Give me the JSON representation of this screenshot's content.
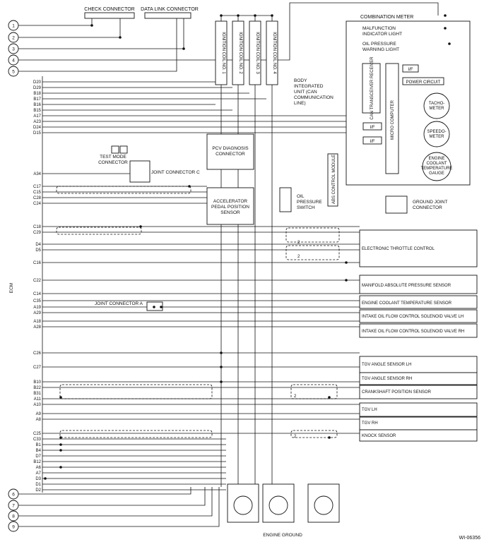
{
  "header": {
    "check_connector": "CHECK CONNECTOR",
    "data_link_connector": "DATA LINK CONNECTOR",
    "combination_meter": "COMBINATION METER",
    "malfunction": [
      "MALFUNCTION",
      "INDICATOR LIGHT"
    ],
    "oil_warning": [
      "OIL PRESSURE",
      "WARNING LIGHT"
    ]
  },
  "ignition_coils": [
    "IGNITION COIL NO. 1",
    "IGNITION COIL NO. 2",
    "IGNITION COIL NO. 3",
    "IGNITION COIL NO. 4"
  ],
  "circles_left_top": [
    "1",
    "2",
    "3",
    "4",
    "5"
  ],
  "circles_left_bottom": [
    "6",
    "7",
    "8",
    "9"
  ],
  "ecm_label": "ECM",
  "ecm_pins": [
    "D20",
    "D29",
    "B18",
    "B17",
    "B16",
    "B15",
    "A17",
    "A23",
    "D24",
    "D15",
    "A34",
    "C17",
    "C15",
    "C28",
    "C24",
    "C18",
    "C29",
    "D4",
    "D5",
    "C16",
    "C22",
    "C14",
    "C35",
    "A19",
    "A29",
    "A18",
    "A28",
    "C26",
    "C27",
    "B10",
    "B22",
    "B31",
    "A11",
    "A10",
    "A9",
    "A8",
    "C25",
    "C33",
    "B1",
    "B4",
    "D7",
    "B12",
    "A6",
    "A7",
    "D3",
    "D1",
    "D2"
  ],
  "components": {
    "test_mode": [
      "TEST MODE",
      "CONNECTOR"
    ],
    "joint_c": "JOINT CONNECTOR C",
    "joint_a": "JOINT CONNECTOR A",
    "pcv": [
      "PCV DIAGNOSIS",
      "CONNECTOR"
    ],
    "accel": [
      "ACCELERATOR",
      "PEDAL POSITION",
      "SENSOR"
    ],
    "body_unit": [
      "BODY",
      "INTEGRATED",
      "UNIT (CAN",
      "COMMUNICATION",
      "LINE)"
    ],
    "oil_switch": [
      "OIL",
      "PRESSURE",
      "SWITCH"
    ],
    "abs_module": "ABS CONTROL MODULE",
    "ground_joint": [
      "GROUND JOINT",
      "CONNECTOR"
    ],
    "can_transceiver": "CAN TRANSCEIVER RECEIVER",
    "micro_computer": "MICRO COMPUTER",
    "if_label": "I/F",
    "power_circuit": "POWER CIRCUIT",
    "tachometer": [
      "TACHO-",
      "METER"
    ],
    "speedometer": [
      "SPEEDO-",
      "METER"
    ],
    "coolant_gauge": [
      "ENGINE",
      "COOLANT",
      "TEMPERATURE",
      "GAUGE"
    ],
    "engine_ground": "ENGINE GROUND"
  },
  "right_boxes": [
    "ELECTRONIC THROTTLE CONTROL",
    "MANIFOLD ABSOLUTE PRESSURE SENSOR",
    "ENGINE COOLANT TEMPERATURE SENSOR",
    "INTAKE OIL FLOW CONTROL SOLENOID VALVE LH",
    "INTAKE OIL FLOW CONTROL SOLENOID VALVE RH",
    "TGV ANGLE SENSOR LH",
    "TGV ANGLE SENSOR RH",
    "CRANKSHAFT POSITION SENSOR",
    "TGV LH",
    "TGV RH",
    "KNOCK SENSOR"
  ],
  "dash_marks": [
    "2",
    "2",
    "2",
    "2"
  ],
  "footer_code": "WI-06356"
}
